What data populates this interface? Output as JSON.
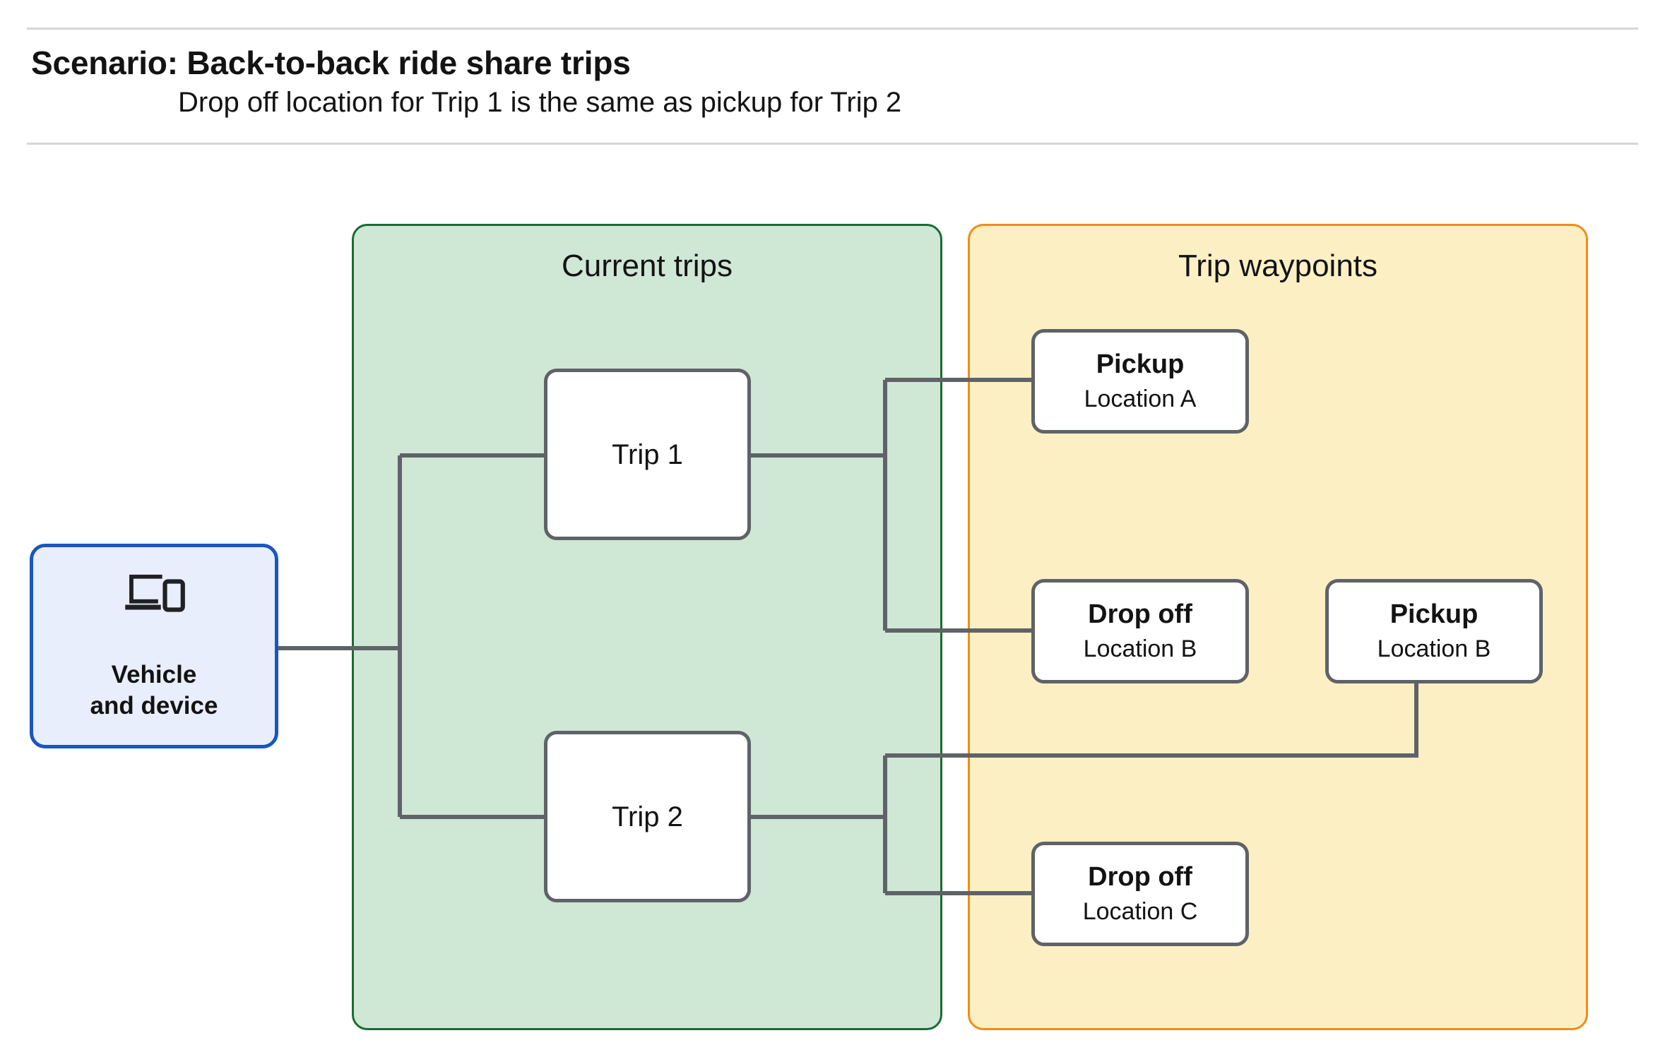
{
  "header": {
    "title": "Scenario: Back-to-back ride share trips",
    "subtitle": "Drop off  location for Trip 1 is the same as pickup for Trip 2"
  },
  "groups": {
    "current_trips": {
      "title": "Current trips",
      "fill": "#cfe7d5",
      "border": "#1b6b33"
    },
    "trip_waypoints": {
      "title": "Trip waypoints",
      "fill": "#fcefc4",
      "border": "#f08d16"
    }
  },
  "vehicle": {
    "icon": "devices-icon",
    "line1": "Vehicle",
    "line2": "and device",
    "fill": "#e8eefc",
    "border": "#1a56c0"
  },
  "trips": [
    {
      "label": "Trip 1"
    },
    {
      "label": "Trip 2"
    }
  ],
  "waypoints": [
    {
      "type": "Pickup",
      "location": "Location A"
    },
    {
      "type": "Drop off",
      "location": "Location B"
    },
    {
      "type": "Pickup",
      "location": "Location B"
    },
    {
      "type": "Drop off",
      "location": "Location C"
    }
  ],
  "connector_color": "#5f6368"
}
